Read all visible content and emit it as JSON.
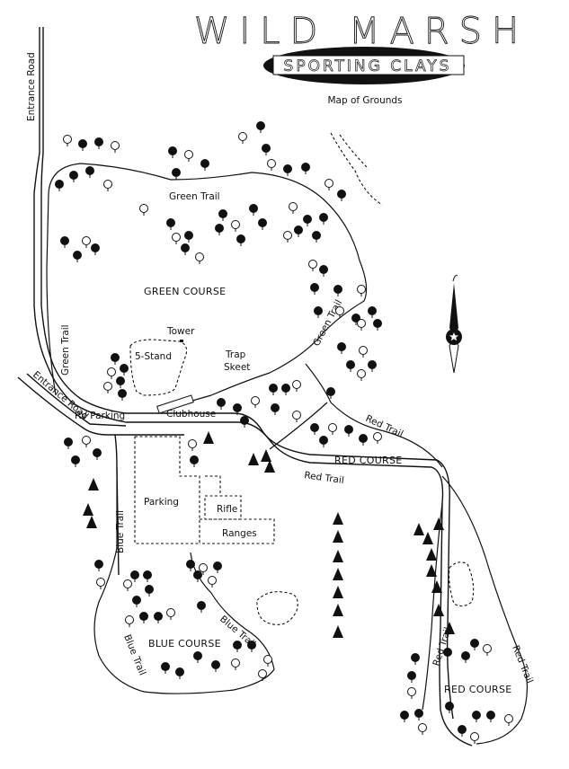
{
  "header": {
    "title": "WILD MARSH",
    "banner": "SPORTING CLAYS",
    "subtitle": "Map of Grounds"
  },
  "roads": {
    "entrance_road_north": "Entrance Road",
    "entrance_road_south": "Entrance Road"
  },
  "green_area": {
    "course": "GREEN COURSE",
    "trail_top": "Green Trail",
    "trail_left": "Green Trail",
    "trail_right": "Green Trail",
    "tower": "Tower",
    "five_stand": "5-Stand",
    "trap": "Trap",
    "skeet": "Skeet",
    "rv_parking": "RV Parking",
    "clubhouse": "Clubhouse"
  },
  "center_area": {
    "parking": "Parking",
    "rifle": "Rifle",
    "ranges": "Ranges"
  },
  "blue_area": {
    "course": "BLUE COURSE",
    "trail_upper": "Blue Trail",
    "trail_left": "Blue Trail",
    "trail_right": "Blue Trail"
  },
  "red_area": {
    "course_north": "RED COURSE",
    "course_south": "RED COURSE",
    "trail_upper": "Red Trail",
    "trail_middle": "Red Trail",
    "trail_lower_left": "Red Trail",
    "trail_lower_right": "Red Trail"
  },
  "compass": {
    "icon": "compass-rose-icon"
  },
  "colors": {
    "ink": "#111111",
    "paper": "#ffffff"
  }
}
